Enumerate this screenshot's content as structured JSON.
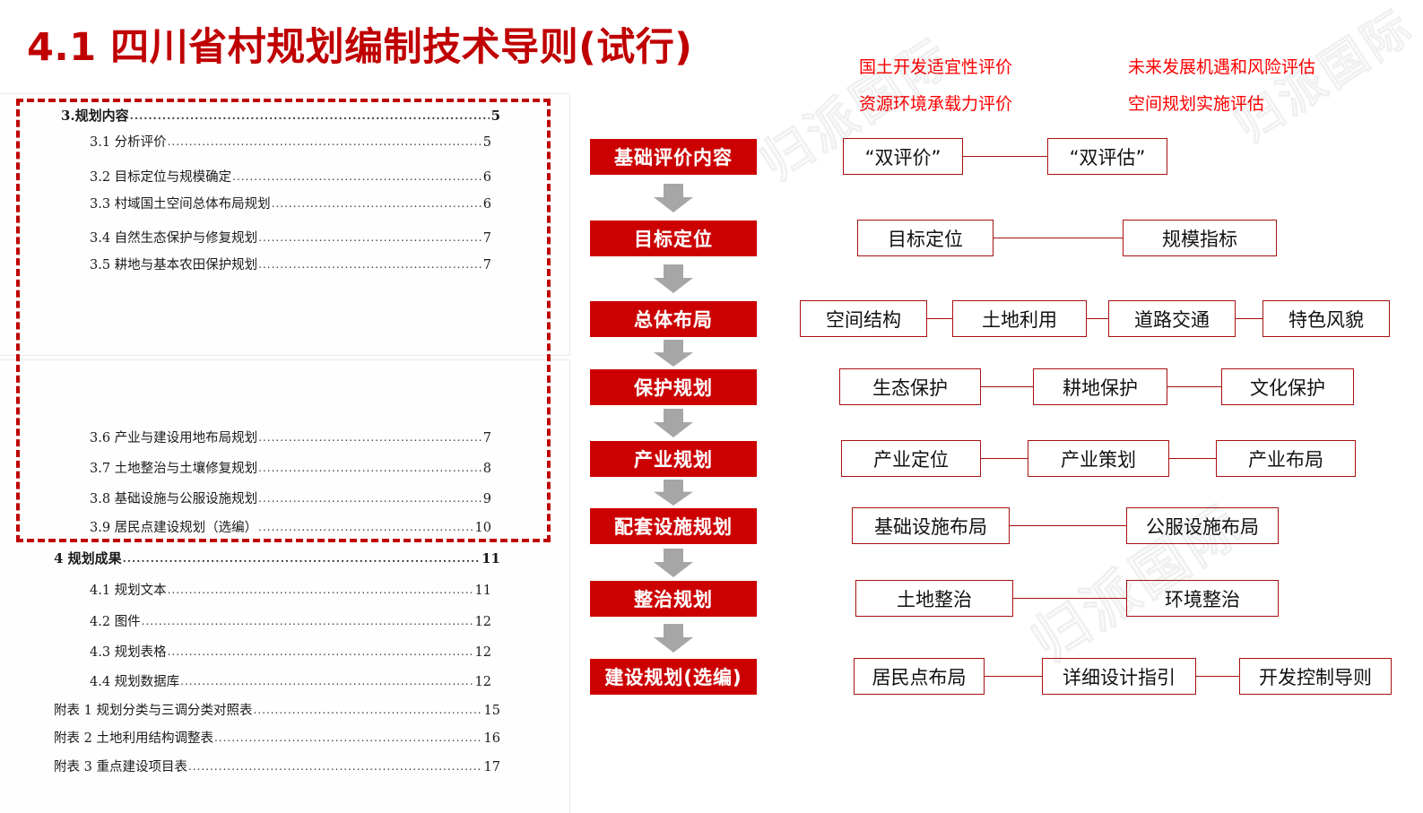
{
  "slide": {
    "title": "4.1 四川省村规划编制技术导则(试行)",
    "title_color": "#c00000",
    "watermark_text": "归派国际"
  },
  "document": {
    "toc": [
      {
        "level": "1",
        "label": "3.规划内容",
        "page": "5"
      },
      {
        "level": "2",
        "label": "3.1  分析评价",
        "page": "5"
      },
      {
        "level": "2",
        "label": "3.2  目标定位与规模确定",
        "page": "6"
      },
      {
        "level": "2",
        "label": "3.3  村域国土空间总体布局规划",
        "page": "6"
      },
      {
        "level": "2",
        "label": "3.4  自然生态保护与修复规划",
        "page": "7"
      },
      {
        "level": "2",
        "label": "3.5  耕地与基本农田保护规划",
        "page": "7"
      },
      {
        "level": "2",
        "label": "3.6  产业与建设用地布局规划",
        "page": "7"
      },
      {
        "level": "2",
        "label": "3.7  土地整治与土壤修复规划",
        "page": "8"
      },
      {
        "level": "2",
        "label": "3.8  基础设施与公服设施规划",
        "page": "9"
      },
      {
        "level": "2",
        "label": "3.9  居民点建设规划（选编）",
        "page": "10"
      },
      {
        "level": "1",
        "label": "4  规划成果",
        "page": "11"
      },
      {
        "level": "2",
        "label": "4.1  规划文本",
        "page": "11"
      },
      {
        "level": "2",
        "label": "4.2  图件",
        "page": "12"
      },
      {
        "level": "2",
        "label": "4.3  规划表格",
        "page": "12"
      },
      {
        "level": "2",
        "label": "4.4  规划数据库",
        "page": "12"
      },
      {
        "level": "a",
        "label": "附表 1  规划分类与三调分类对照表",
        "page": "15"
      },
      {
        "level": "a",
        "label": "附表 2  土地利用结构调整表",
        "page": "16"
      },
      {
        "level": "a",
        "label": "附表 3  重点建设项目表",
        "page": "17"
      }
    ],
    "dots": "..............................................................................................................................................................."
  },
  "annotations": [
    {
      "text": "国土开发适宜性评价"
    },
    {
      "text": "未来发展机遇和风险评估"
    },
    {
      "text": "资源环境承载力评价"
    },
    {
      "text": "空间规划实施评估"
    }
  ],
  "flow": {
    "accent_color": "#cc0000",
    "arrow_color": "#a6a6a6",
    "stages": [
      {
        "label": "基础评价内容"
      },
      {
        "label": "目标定位"
      },
      {
        "label": "总体布局"
      },
      {
        "label": "保护规划"
      },
      {
        "label": "产业规划"
      },
      {
        "label": "配套设施规划"
      },
      {
        "label": "整治规划"
      },
      {
        "label": "建设规划(选编)"
      }
    ],
    "details": [
      [
        "“双评价”",
        "“双评估”"
      ],
      [
        "目标定位",
        "规模指标"
      ],
      [
        "空间结构",
        "土地利用",
        "道路交通",
        "特色风貌"
      ],
      [
        "生态保护",
        "耕地保护",
        "文化保护"
      ],
      [
        "产业定位",
        "产业策划",
        "产业布局"
      ],
      [
        "基础设施布局",
        "公服设施布局"
      ],
      [
        "土地整治",
        "环境整治"
      ],
      [
        "居民点布局",
        "详细设计指引",
        "开发控制导则"
      ]
    ]
  }
}
